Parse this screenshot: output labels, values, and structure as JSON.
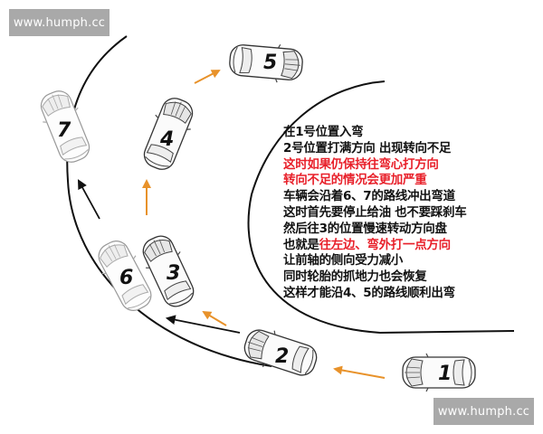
{
  "watermarks": {
    "top_left": "www.humph.cc",
    "bottom_right": "www.humph.cc"
  },
  "colors": {
    "arrow_correct": "#e8922a",
    "arrow_wrong": "#111111",
    "highlight_text": "#e8202a",
    "watermark_bg": "#a9a9a9"
  },
  "cars": [
    {
      "id": "car-1",
      "label": "1"
    },
    {
      "id": "car-2",
      "label": "2"
    },
    {
      "id": "car-3",
      "label": "3"
    },
    {
      "id": "car-4",
      "label": "4"
    },
    {
      "id": "car-5",
      "label": "5"
    },
    {
      "id": "car-6",
      "label": "6"
    },
    {
      "id": "car-7",
      "label": "7"
    }
  ],
  "instructions": {
    "line1": "在1号位置入弯",
    "line2": "2号位置打满方向 出现转向不足",
    "line3": "这时如果仍保持往弯心打方向",
    "line4": "转向不足的情况会更加严重",
    "line5": "车辆会沿着6、7的路线冲出弯道",
    "line6": "这时首先要停止给油 也不要踩刹车",
    "line7": "然后往3的位置慢速转动方向盘",
    "line8_prefix": "也就是",
    "line8_highlight": "往左边、弯外打一点方向",
    "line9": "让前轴的侧向受力减小",
    "line10": "同时轮胎的抓地力也会恢复",
    "line11": "这样才能沿4、5的路线顺利出弯"
  }
}
